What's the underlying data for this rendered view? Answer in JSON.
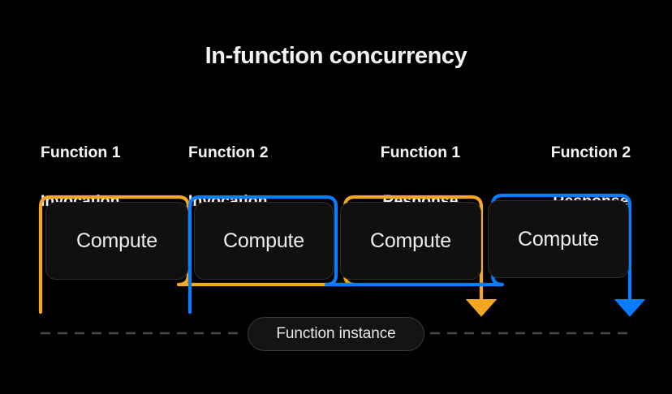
{
  "title": "In-function concurrency",
  "background_color": "#000000",
  "colors": {
    "orange": "#F5A623",
    "blue": "#0A7CFF",
    "text": "#F2F2F2",
    "box_fill": "#101010",
    "box_border": "#2D2D2D",
    "dashed_line": "#4A4A4A"
  },
  "column_labels": [
    {
      "line1": "Function 1",
      "line2": "Invocation",
      "align": "left",
      "color": "#F5A623"
    },
    {
      "line1": "Function 2",
      "line2": "Invocation",
      "align": "left",
      "color": "#0A7CFF"
    },
    {
      "line1": "Function 1",
      "line2": "Response",
      "align": "center",
      "color": "#F5A623"
    },
    {
      "line1": "Function 2",
      "line2": "Response",
      "align": "center",
      "color": "#0A7CFF"
    }
  ],
  "compute_boxes": [
    {
      "label": "Compute",
      "outline": "#F5A623"
    },
    {
      "label": "Compute",
      "outline": "#0A7CFF"
    },
    {
      "label": "Compute",
      "outline": "#F5A623"
    },
    {
      "label": "Compute",
      "outline": "#0A7CFF"
    }
  ],
  "timeline": {
    "instance_label": "Function instance",
    "dashed": true
  },
  "flows": [
    {
      "name": "function-1-flow",
      "color": "#F5A623",
      "start": "Function 1 Invocation",
      "end": "Function 1 Response",
      "wraps_boxes": [
        1,
        3
      ],
      "arrow": "down"
    },
    {
      "name": "function-2-flow",
      "color": "#0A7CFF",
      "start": "Function 2 Invocation",
      "end": "Function 2 Response",
      "wraps_boxes": [
        2,
        4
      ],
      "arrow": "down"
    }
  ]
}
